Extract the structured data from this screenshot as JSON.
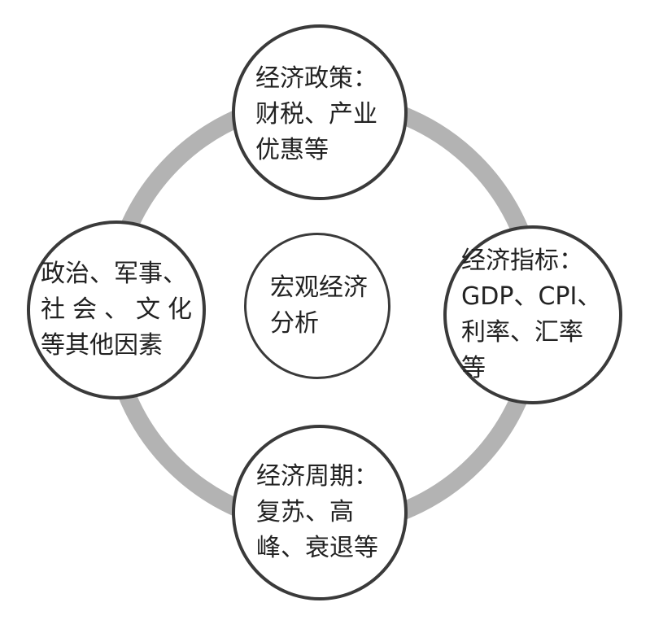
{
  "diagram": {
    "center": {
      "lines": [
        "宏观经济",
        "分析"
      ]
    },
    "nodes": {
      "top": {
        "lines": [
          "经济政策：",
          "财税、产业",
          "优惠等"
        ]
      },
      "right": {
        "lines": [
          "经济指标：",
          "GDP、CPI、",
          "利率、汇率",
          "等"
        ]
      },
      "bottom": {
        "lines": [
          "经济周期：",
          "复苏、高",
          "峰、衰退等"
        ]
      },
      "left": {
        "lines": [
          "政治、军事、",
          "社会、文化",
          "等其他因素"
        ]
      }
    },
    "colors": {
      "ring": "#b3b3b3",
      "circle_border": "#3a3a3a",
      "text": "#222222",
      "background": "#ffffff"
    }
  }
}
